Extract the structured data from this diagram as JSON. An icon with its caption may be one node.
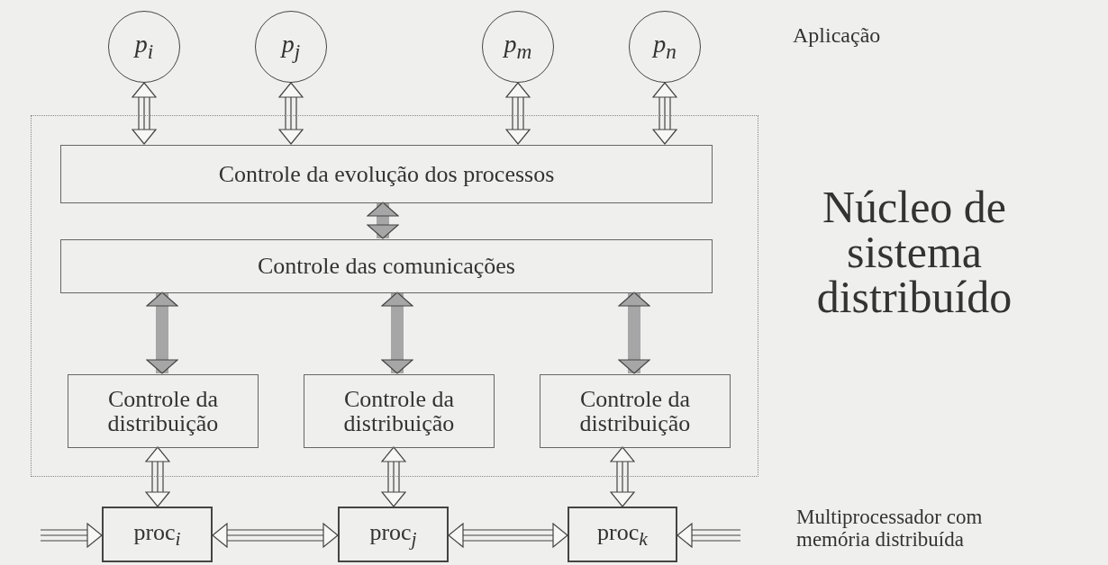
{
  "diagram": {
    "nodes": [
      {
        "text": [
          "p$_{i}$"
        ]
      },
      {
        "text": [
          "p$_{j}$"
        ]
      },
      {
        "text": [
          "p$_{m}$"
        ]
      },
      {
        "text": [
          "p$_{n}$"
        ]
      },
      {
        "text": [],
        "shape": "box",
        "beside": [
          "Núcleo de sistema distribuído"
        ]
      },
      {
        "text": [
          "Controle da evolução dos processos"
        ],
        "in": 4
      },
      {
        "text": [
          "Controle das comunicações"
        ],
        "in": 4
      },
      {
        "text": [
          "Controle da distribuição"
        ],
        "in": 4
      },
      {
        "text": [
          "Controle da distribuição"
        ],
        "in": 4
      },
      {
        "text": [
          "Controle da distribuição"
        ],
        "in": 4
      },
      {
        "text": [
          "proc$_{i}$"
        ]
      },
      {
        "text": [
          "proc$_{j}$"
        ]
      },
      {
        "text": [
          "proc$_{k}$"
        ]
      }
    ],
    "edges": [
      {
        "from": 0,
        "to": 5,
        "arrow": "both"
      },
      {
        "from": 1,
        "to": 5,
        "arrow": "both"
      },
      {
        "from": 2,
        "to": 5,
        "arrow": "both"
      },
      {
        "from": 3,
        "to": 5,
        "arrow": "both"
      },
      {
        "from": 5,
        "to": 6,
        "arrow": "both",
        "style": "thick",
        "color": "#a6a6a6"
      },
      {
        "from": 6,
        "to": 7,
        "arrow": "both",
        "style": "thick",
        "color": "#a6a6a6"
      },
      {
        "from": 6,
        "to": 8,
        "arrow": "both",
        "style": "thick",
        "color": "#a6a6a6"
      },
      {
        "from": 6,
        "to": 9,
        "arrow": "both",
        "style": "thick",
        "color": "#a6a6a6"
      },
      {
        "from": 7,
        "to": 10,
        "arrow": "both"
      },
      {
        "from": 8,
        "to": 11,
        "arrow": "both"
      },
      {
        "from": 9,
        "to": 12,
        "arrow": "both"
      },
      {
        "from": 10,
        "to": 11,
        "arrow": "both"
      },
      {
        "from": 11,
        "to": 12,
        "arrow": "both"
      },
      {
        "from": null,
        "to": 10,
        "arrow": "to"
      },
      {
        "from": null,
        "to": 12,
        "arrow": "to"
      }
    ],
    "labels": [
      "Aplicação",
      "Multiprocessador com memória distribuída"
    ]
  }
}
